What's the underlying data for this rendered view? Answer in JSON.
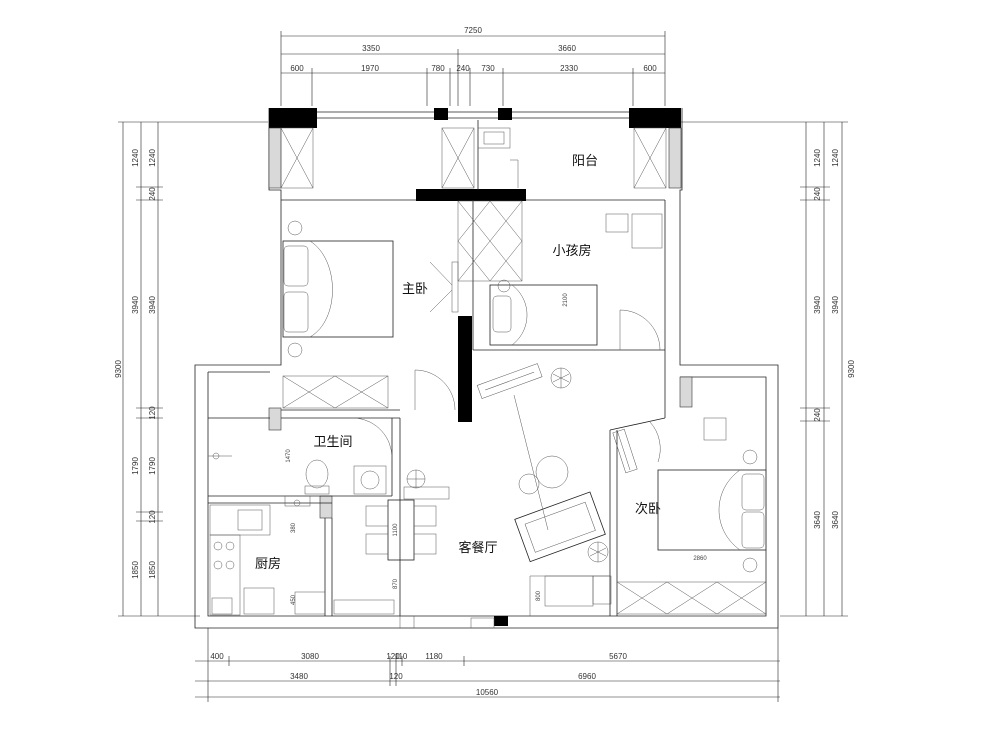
{
  "rooms": {
    "master_bedroom": "主卧",
    "kids_room": "小孩房",
    "balcony": "阳台",
    "bathroom": "卫生间",
    "second_bedroom": "次卧",
    "kitchen": "厨房",
    "living_dining": "客餐厅"
  },
  "dimensions": {
    "top_total": "7250",
    "top_mid": [
      "3350",
      "3660"
    ],
    "top_detail": [
      "600",
      "1970",
      "780",
      "240",
      "730",
      "2330",
      "600"
    ],
    "left_outer": "9300",
    "left_segments": [
      "1240",
      "240",
      "3940",
      "120",
      "1790",
      "120",
      "1850"
    ],
    "right_outer": "9300",
    "right_segments": [
      "1240",
      "240",
      "3940",
      "240",
      "3640"
    ],
    "bottom_detail": [
      "400",
      "3080",
      "120",
      "110",
      "1180",
      "5670"
    ],
    "bottom_mid": [
      "3480",
      "120",
      "6960"
    ],
    "bottom_total": "10560"
  },
  "interior_labels": {
    "kids_bed": "2100",
    "bath_depth": "1470",
    "kitchen_a": "380",
    "kitchen_b": "450",
    "dining_a": "1100",
    "dining_b": "870",
    "tv_depth": "800",
    "second_bed": "2860"
  }
}
